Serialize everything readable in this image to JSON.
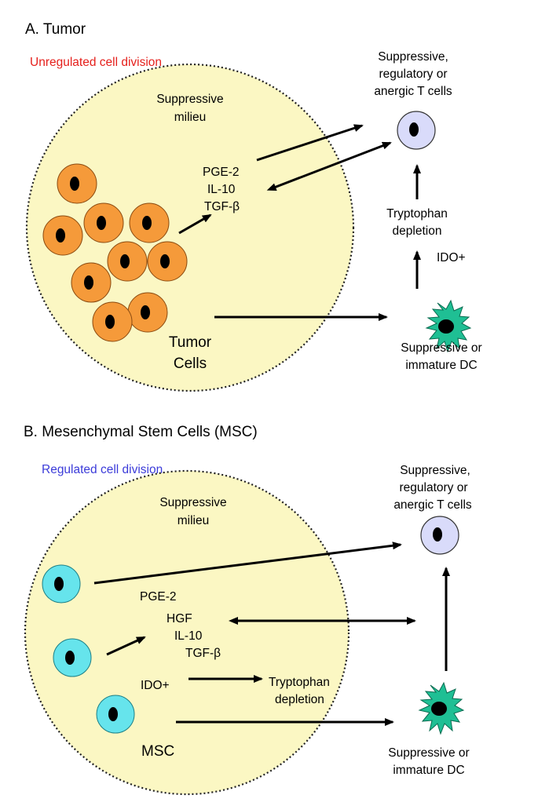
{
  "colors": {
    "background": "#ffffff",
    "milieu_fill": "#fbf7c3",
    "tumor_cell": "#f59a3a",
    "msc_cell": "#66e4ec",
    "t_cell": "#d9dbfa",
    "dc_cell": "#1fbf94",
    "nucleus": "#000000",
    "unregulated_text": "#e5201c",
    "regulated_text": "#3b3bd9"
  },
  "panel_a": {
    "title": "A. Tumor",
    "division_label": "Unregulated cell division",
    "milieu_line1": "Suppressive",
    "milieu_line2": "milieu",
    "factors": [
      "PGE-2",
      "IL-10",
      "TGF-β"
    ],
    "cells_line1": "Tumor",
    "cells_line2": "Cells",
    "t_cells_line1": "Suppressive,",
    "t_cells_line2": "regulatory  or",
    "t_cells_line3": "anergic T cells",
    "trp_line1": "Tryptophan",
    "trp_line2": "depletion",
    "ido": "IDO+",
    "dc_line1": "Suppressive or",
    "dc_line2": "immature DC"
  },
  "panel_b": {
    "title": "B. Mesenchymal Stem Cells (MSC)",
    "division_label": "Regulated cell division",
    "milieu_line1": "Suppressive",
    "milieu_line2": "milieu",
    "factors": [
      "PGE-2",
      "HGF",
      "IL-10",
      "TGF-β"
    ],
    "ido": "IDO+",
    "trp_line1": "Tryptophan",
    "trp_line2": "depletion",
    "cells_label": "MSC",
    "t_cells_line1": "Suppressive,",
    "t_cells_line2": "regulatory or",
    "t_cells_line3": "anergic  T cells",
    "dc_line1": "Suppressive or",
    "dc_line2": "immature DC"
  }
}
